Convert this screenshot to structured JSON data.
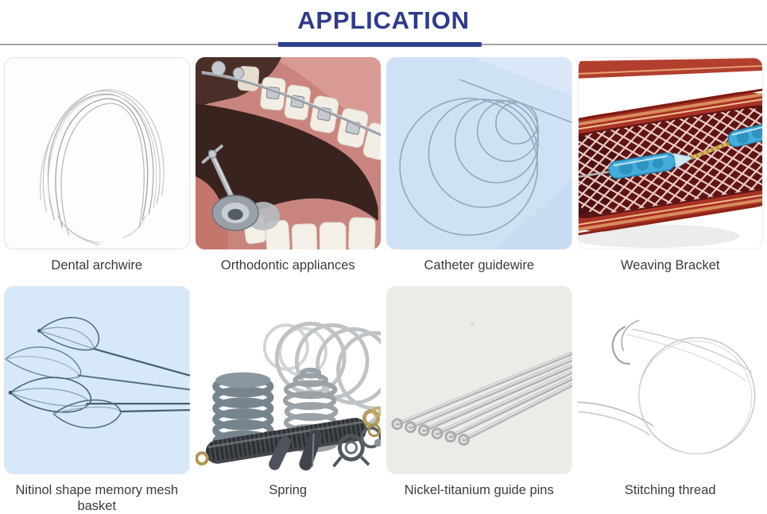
{
  "header": {
    "title": "APPLICATION"
  },
  "theme": {
    "accent": "#2e3a8c",
    "accent_bar": "#31418f",
    "divider_line": "#a4a4a4",
    "caption_color": "#3b3b3b",
    "tile_blue": "#cfe1f5",
    "tile_blue_light": "#d7e8f8",
    "tile_beige": "#edebe6"
  },
  "grid": {
    "items": [
      {
        "label": "Dental archwire",
        "image": "dental-archwire"
      },
      {
        "label": "Orthodontic appliances",
        "image": "orthodontic-appliances"
      },
      {
        "label": "Catheter guidewire",
        "image": "catheter-guidewire"
      },
      {
        "label": "Weaving Bracket",
        "image": "weaving-bracket"
      },
      {
        "label": "Nitinol shape memory mesh basket",
        "image": "nitinol-mesh-basket"
      },
      {
        "label": "Spring",
        "image": "spring"
      },
      {
        "label": "Nickel-titanium guide pins",
        "image": "nickel-titanium-guide-pins"
      },
      {
        "label": "Stitching thread",
        "image": "stitching-thread"
      }
    ]
  }
}
